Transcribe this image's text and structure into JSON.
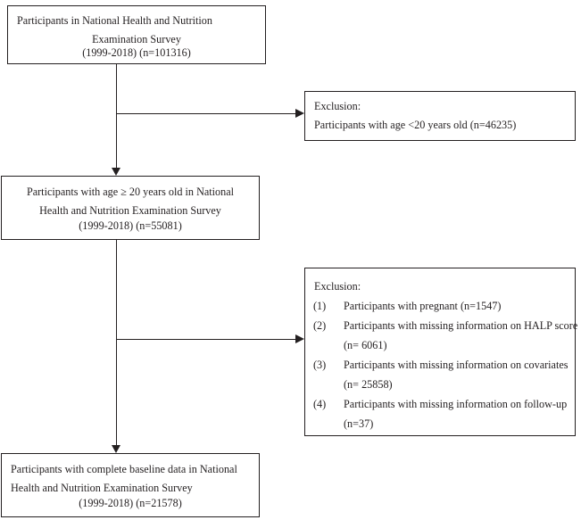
{
  "chart_data": {
    "type": "diagram",
    "title": "NHANES participant selection flow",
    "nodes": [
      {
        "id": "participants-total",
        "lines": [
          "Participants in National Health and Nutrition",
          "Examination Survey",
          "(1999-2018) (n=101316)"
        ],
        "n": 101316
      },
      {
        "id": "exclusion-age",
        "lines": [
          "Exclusion:",
          "Participants with age <20 years old (n=46235)"
        ],
        "n": 46235
      },
      {
        "id": "participants-adult",
        "lines": [
          "Participants with age ≥ 20 years old in National",
          "Health and Nutrition Examination Survey",
          "(1999-2018) (n=55081)"
        ],
        "n": 55081
      },
      {
        "id": "exclusion-data",
        "title": "Exclusion:",
        "items": [
          {
            "marker": "(1)",
            "text": "Participants with pregnant (n=1547)",
            "cont": "",
            "n": 1547
          },
          {
            "marker": "(2)",
            "text": "Participants with missing information on HALP score",
            "cont": "(n= 6061)",
            "n": 6061
          },
          {
            "marker": "(3)",
            "text": "Participants with missing information on covariates",
            "cont": "(n= 25858)",
            "n": 25858
          },
          {
            "marker": "(4)",
            "text": "Participants with missing information on follow-up",
            "cont": "(n=37)",
            "n": 37
          }
        ]
      },
      {
        "id": "participants-final",
        "lines": [
          "Participants with complete baseline data in National",
          "Health and Nutrition Examination Survey",
          "(1999-2018) (n=21578)"
        ],
        "n": 21578
      }
    ]
  },
  "boxes": {
    "participants_total": {
      "line1": "Participants in National Health and Nutrition",
      "line2": "Examination Survey",
      "line3": "(1999-2018) (n=101316)"
    },
    "exclusion_age": {
      "title": "Exclusion:",
      "line1": "Participants with age <20 years old (n=46235)"
    },
    "participants_adult": {
      "line1": "Participants with age ≥ 20 years old in National",
      "line2": "Health and Nutrition Examination Survey",
      "line3": "(1999-2018) (n=55081)"
    },
    "exclusion_data": {
      "title": "Exclusion:",
      "items": [
        {
          "marker": "(1)",
          "text": "Participants with pregnant (n=1547)",
          "cont": ""
        },
        {
          "marker": "(2)",
          "text": "Participants with missing information on HALP score",
          "cont": "(n= 6061)"
        },
        {
          "marker": "(3)",
          "text": "Participants with missing information on covariates",
          "cont": "(n= 25858)"
        },
        {
          "marker": "(4)",
          "text": "Participants with missing information on follow-up",
          "cont": "(n=37)"
        }
      ]
    },
    "participants_final": {
      "line1": "Participants with complete baseline data in National",
      "line2": "Health and Nutrition Examination Survey",
      "line3": "(1999-2018) (n=21578)"
    }
  },
  "colors": {
    "stroke": "#231f20",
    "background": "#ffffff",
    "text": "#231f20"
  }
}
